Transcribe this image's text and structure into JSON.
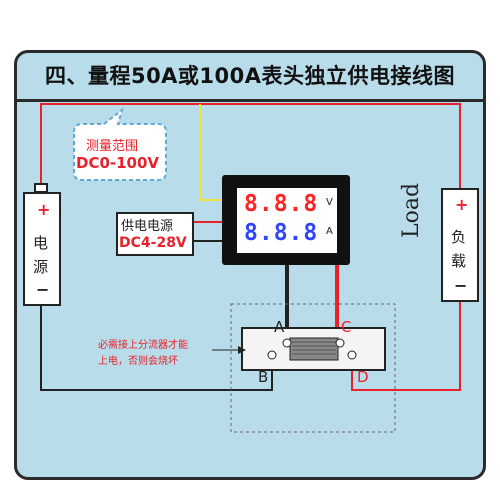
{
  "title": "四、量程50A或100A表头独立供电接线图",
  "range_callout": {
    "line1": "测量范围",
    "line2": "DC0-100V"
  },
  "power_box": {
    "line1": "供电电源",
    "line2": "DC4-28V"
  },
  "meter": {
    "top_digits": "8.8.8",
    "top_unit": "V",
    "bottom_digits": "8.8.8",
    "bottom_unit": "A"
  },
  "source": {
    "plus": "+",
    "minus": "−",
    "char1": "电",
    "char2": "源"
  },
  "load": {
    "plus": "+",
    "minus": "−",
    "char1": "负",
    "char2": "载",
    "english": "Load"
  },
  "shunt_note": {
    "line1": "必需接上分流器才能",
    "line2": "上电，否则会烧坏"
  },
  "terminals": {
    "a": "A",
    "b": "B",
    "c": "C",
    "d": "D"
  },
  "colors": {
    "panel": "#b9dcea",
    "red_wire": "#e8212a",
    "yellow_wire": "#f2e33a",
    "black_wire": "#222222",
    "meter_red": "#ff2222",
    "meter_blue": "#2e45ff"
  }
}
